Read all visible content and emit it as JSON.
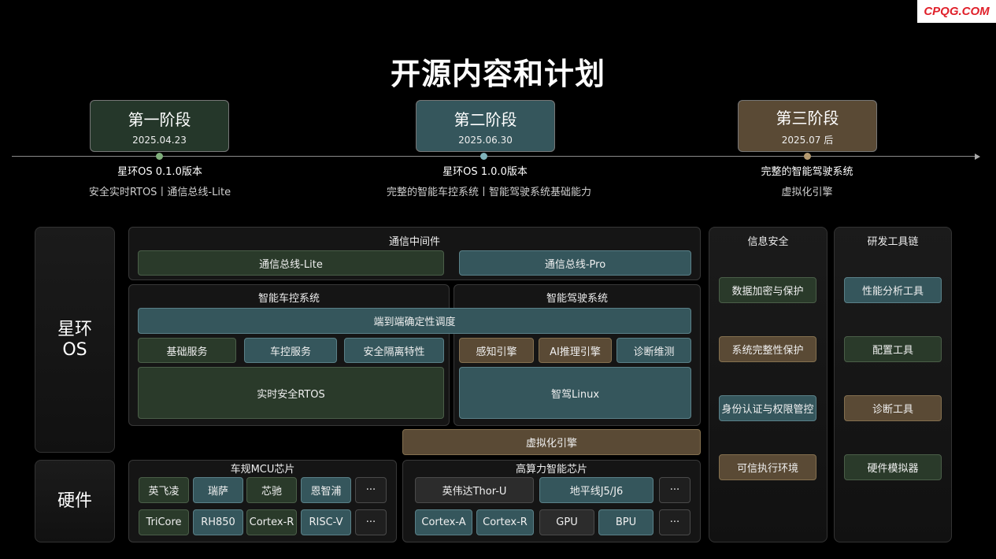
{
  "watermark": "CPQG.COM",
  "title": "开源内容和计划",
  "phases": [
    {
      "name": "第一阶段",
      "date": "2025.04.23",
      "version": "星环OS 0.1.0版本",
      "desc": "安全实时RTOS丨通信总线-Lite",
      "color": "#25372a"
    },
    {
      "name": "第二阶段",
      "date": "2025.06.30",
      "version": "星环OS 1.0.0版本",
      "desc": "完整的智能车控系统丨智能驾驶系统基础能力",
      "color": "#35565c"
    },
    {
      "name": "第三阶段",
      "date": "2025.07 后",
      "version": "完整的智能驾驶系统",
      "desc": "虚拟化引擎",
      "color": "#5a4a35"
    }
  ],
  "os_label": "星环\nOS",
  "hw_label": "硬件",
  "comm": {
    "title": "通信中间件",
    "lite": "通信总线-Lite",
    "pro": "通信总线-Pro"
  },
  "vehicle": {
    "title": "智能车控系统",
    "items": [
      "基础服务",
      "车控服务",
      "安全隔离特性"
    ],
    "rtos": "实时安全RTOS"
  },
  "driving": {
    "title": "智能驾驶系统",
    "items": [
      "感知引擎",
      "AI推理引擎",
      "诊断维测"
    ],
    "linux": "智驾Linux"
  },
  "schedule": "端到端确定性调度",
  "virt": "虚拟化引擎",
  "security": {
    "title": "信息安全",
    "items": [
      "数据加密与保护",
      "系统完整性保护",
      "身份认证与权限管控",
      "可信执行环境"
    ]
  },
  "tools": {
    "title": "研发工具链",
    "items": [
      "性能分析工具",
      "配置工具",
      "诊断工具",
      "硬件模拟器"
    ]
  },
  "mcu": {
    "title": "车规MCU芯片",
    "row1": [
      "英飞凌",
      "瑞萨",
      "芯驰",
      "恩智浦",
      "···"
    ],
    "row2": [
      "TriCore",
      "RH850",
      "Cortex-R",
      "RISC-V",
      "···"
    ]
  },
  "soc": {
    "title": "高算力智能芯片",
    "row1": [
      "英伟达Thor-U",
      "地平线J5/J6",
      "···"
    ],
    "row2": [
      "Cortex-A",
      "Cortex-R",
      "GPU",
      "BPU",
      "···"
    ]
  }
}
